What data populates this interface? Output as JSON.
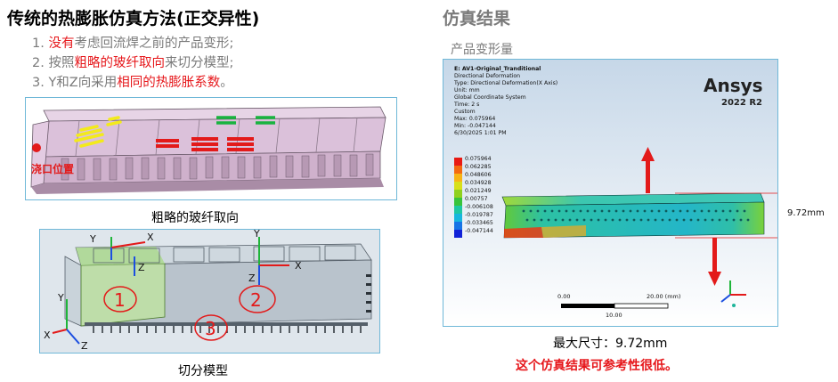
{
  "left": {
    "title": "传统的热膨胀仿真方法(正交异性)",
    "bullets": [
      {
        "num": "1.",
        "red": "没有",
        "rest": "考虑回流焊之前的产品变形;"
      },
      {
        "num": "2.",
        "pre": "按照",
        "red": "粗略的玻纤取向",
        "rest": "来切分模型;"
      },
      {
        "num": "3.",
        "pre": "Y和Z向采用",
        "red": "相同的热膨胀系数",
        "rest": "。"
      }
    ],
    "gate_label": "浇口位置",
    "caption_fiber": "粗略的玻纤取向",
    "caption_cut": "切分模型",
    "axis_labels": {
      "x": "X",
      "y": "Y",
      "z": "Z"
    },
    "region_labels": [
      "1",
      "2",
      "3"
    ]
  },
  "right": {
    "title": "仿真结果",
    "subtitle": "产品变形量",
    "ansys": {
      "header_lines": [
        "E: AV1-Original_Tranditional",
        "Directional Deformation",
        "Type: Directional Deformation(X Axis)",
        "Unit: mm",
        "Global Coordinate System",
        "Time: 2 s",
        "Custom",
        "Max: 0.075964",
        "Min: -0.047144",
        "6/30/2025 1:01 PM"
      ],
      "legend_values": [
        "0.075964",
        "0.062285",
        "0.048606",
        "0.034928",
        "0.021249",
        "0.00757",
        "-0.006108",
        "-0.019787",
        "-0.033465",
        "-0.047144"
      ],
      "legend_colors": [
        "#e81a13",
        "#f46a10",
        "#f7b415",
        "#d8e01a",
        "#8fd11e",
        "#38c43a",
        "#1ec7a2",
        "#17b6dd",
        "#1674e6",
        "#1022d8"
      ],
      "brand": "Ansys",
      "version": "2022 R2",
      "scale_start": "0.00",
      "scale_end": "20.00 (mm)",
      "scale_mid": "10.00",
      "dimension": "9.72mm"
    },
    "max_size": "最大尺寸：9.72mm",
    "conclusion": "这个仿真结果可参考性很低。"
  }
}
